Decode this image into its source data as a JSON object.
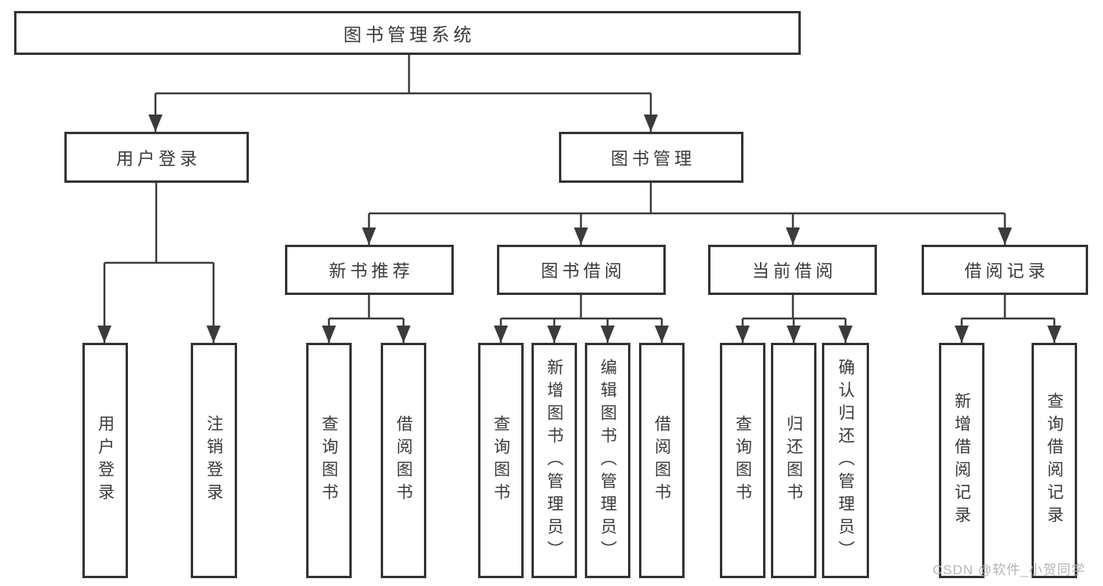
{
  "diagram": {
    "root": {
      "label": "图书管理系统"
    },
    "level2": [
      {
        "label": "用户登录",
        "children": [
          "用户登录",
          "注销登录"
        ]
      },
      {
        "label": "图书管理"
      }
    ],
    "level3": [
      {
        "label": "新书推荐",
        "children": [
          "查询图书",
          "借阅图书"
        ]
      },
      {
        "label": "图书借阅",
        "children": [
          "查询图书",
          "新增图书（管理员）",
          "编辑图书（管理员）",
          "借阅图书"
        ]
      },
      {
        "label": "当前借阅",
        "children": [
          "查询图书",
          "归还图书",
          "确认归还（管理员）"
        ]
      },
      {
        "label": "借阅记录",
        "children": [
          "新增借阅记录",
          "查询借阅记录"
        ]
      }
    ],
    "colors": {
      "line": "#3b3b3b",
      "box_border": "#333333",
      "text": "#3a3a3a",
      "background": "#ffffff",
      "watermark": "#b5b5b5"
    }
  },
  "watermark": {
    "text": "CSDN @软件_小贺同学"
  }
}
